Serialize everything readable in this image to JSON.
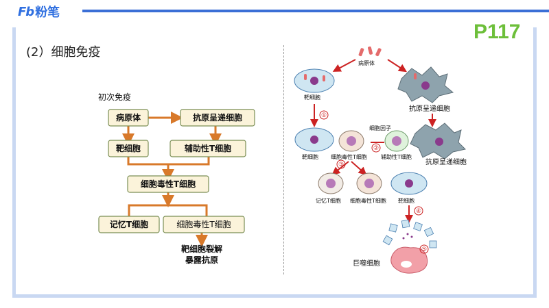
{
  "brand": {
    "logo_mark": "Fb",
    "logo_text": "粉笔"
  },
  "page_number": "P117",
  "section_title": "(2）细胞免疫",
  "flowchart": {
    "heading": "初次免疫",
    "nodes": {
      "pathogen": "病原体",
      "apc": "抗原呈递细胞",
      "target_cell": "靶细胞",
      "helper_t": "辅助性T细胞",
      "cytotoxic_t": "细胞毒性T细胞",
      "memory_t": "记忆T细胞",
      "cytotoxic_t2": "细胞毒性T细胞",
      "result_line1": "靶细胞裂解",
      "result_line2": "暴露抗原"
    }
  },
  "diagram": {
    "pathogen": "病原体",
    "target_cell_top": "靶细胞",
    "apc_top": "抗原呈递细胞",
    "cytokine": "细胞因子",
    "target_cell_mid": "靶细胞",
    "cytotoxic_t_mid": "细胞毒性T细胞",
    "helper_t_mid": "辅助性T细胞",
    "apc_mid": "抗原呈递细胞",
    "memory_t": "记忆T细胞",
    "cytotoxic_t_low": "细胞毒性T细胞",
    "target_cell_low": "靶细胞",
    "macrophage": "巨噬细胞",
    "step_numbers": [
      "①",
      "②",
      "③",
      "④",
      "⑤"
    ]
  }
}
